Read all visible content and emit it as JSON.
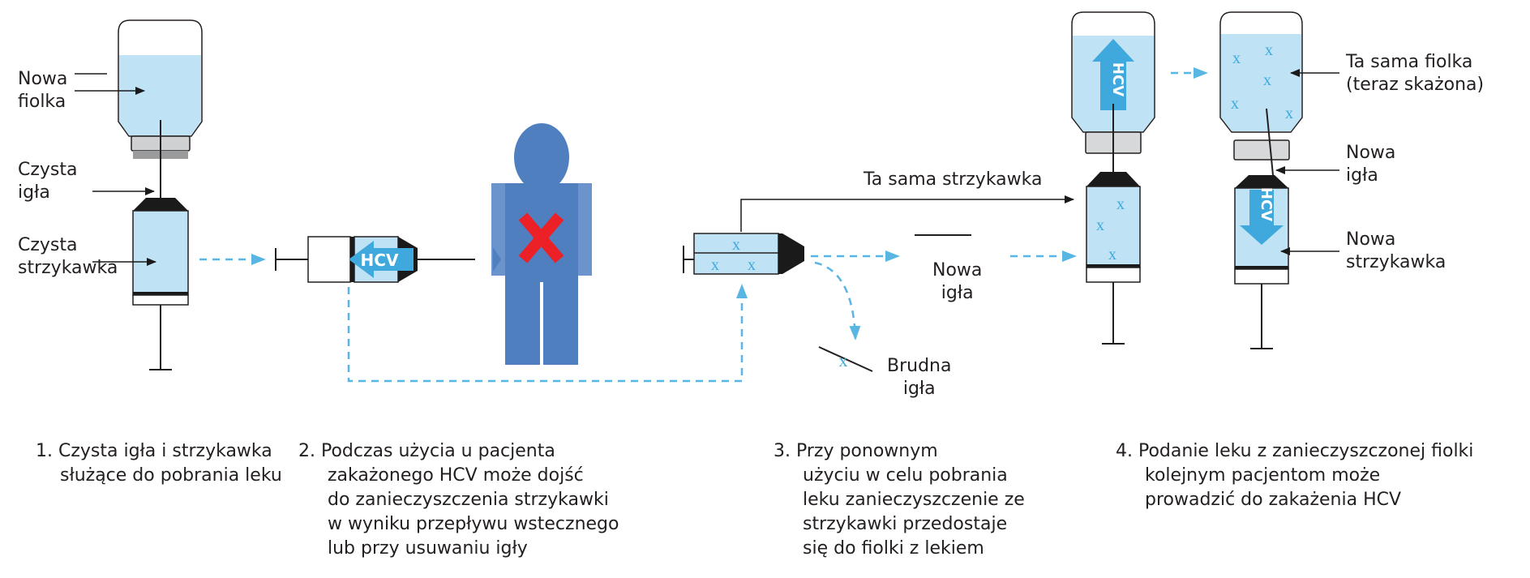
{
  "colors": {
    "liquid": "#bfe3f4",
    "accent": "#3fa9dd",
    "dashed_arrow": "#59b6e3",
    "person": "#4f7fbf",
    "person_light": "#6b93cc",
    "cross": "#ec2027",
    "black": "#1a1a1a",
    "stopper": "#d7d8d9"
  },
  "icons": [
    "vial-icon",
    "syringe-icon",
    "needle-icon",
    "person-icon",
    "x-mark-icon",
    "hcv-arrow-icon"
  ],
  "labels": {
    "new_vial_1": "Nowa",
    "new_vial_2": "fiolka",
    "clean_needle_1": "Czysta",
    "clean_needle_2": "igła",
    "clean_syringe_1": "Czysta",
    "clean_syringe_2": "strzykawka",
    "same_syringe": "Ta sama strzykawka",
    "new_needle_mid_1": "Nowa",
    "new_needle_mid_2": "igła",
    "dirty_needle_1": "Brudna",
    "dirty_needle_2": "igła",
    "same_vial_1": "Ta sama fiolka",
    "same_vial_2": "(teraz skażona)",
    "new_needle_r_1": "Nowa",
    "new_needle_r_2": "igła",
    "new_syringe_r_1": "Nowa",
    "new_syringe_r_2": "strzykawka",
    "hcv": "HCV",
    "contamination_mark": "x"
  },
  "captions": {
    "step1": [
      "1.  Czysta igła i strzykawka",
      "służące do pobrania leku"
    ],
    "step2": [
      "2.  Podczas użycia u pacjenta",
      "zakażonego HCV może dojść",
      "do zanieczyszczenia strzykawki",
      "w wyniku przepływu wstecznego",
      "lub przy usuwaniu igły"
    ],
    "step3": [
      "3.  Przy ponownym",
      "użyciu w celu pobrania",
      "leku zanieczyszczenie ze",
      "strzykawki przedostaje",
      "się do fiolki z lekiem"
    ],
    "step4": [
      "4.  Podanie leku z zanieczyszczonej fiolki",
      "kolejnym pacjentom może",
      "prowadzić do zakażenia HCV"
    ]
  }
}
